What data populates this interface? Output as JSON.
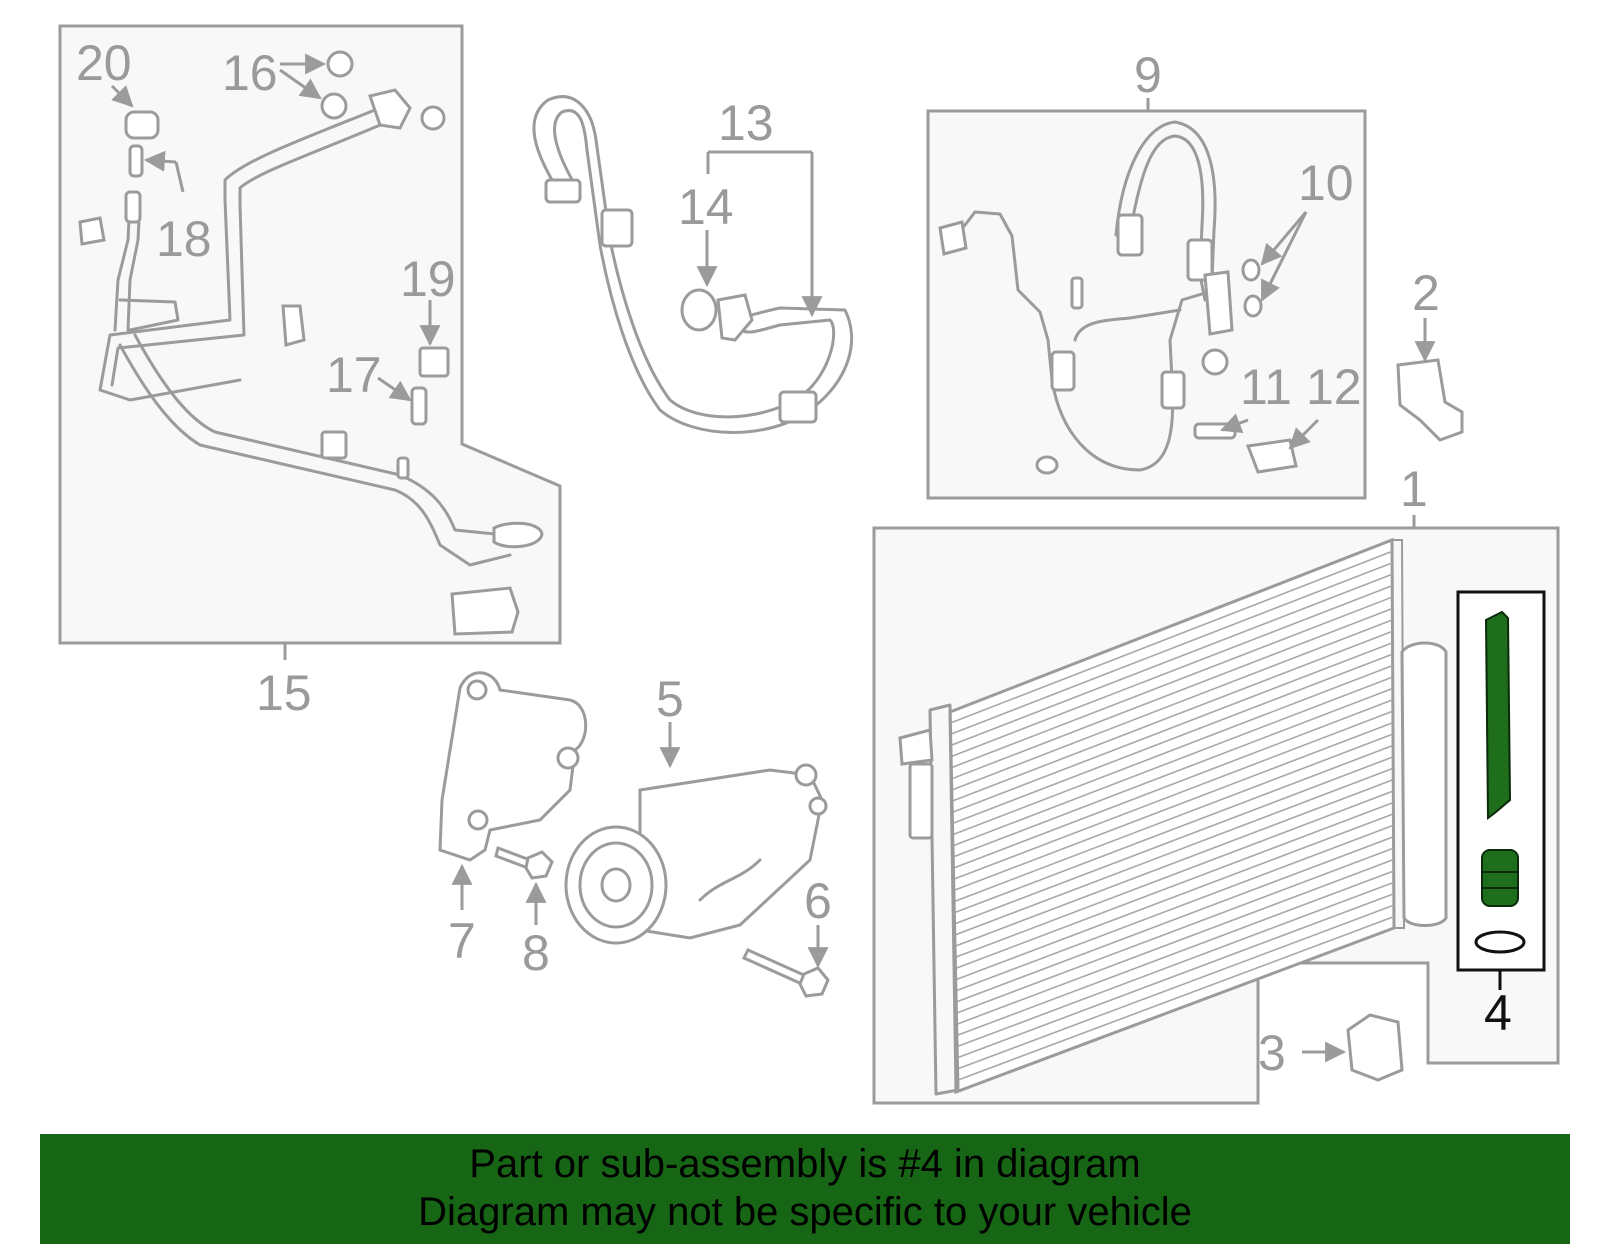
{
  "callouts": {
    "c1": "1",
    "c2": "2",
    "c3": "3",
    "c4": "4",
    "c5": "5",
    "c6": "6",
    "c7": "7",
    "c8": "8",
    "c9": "9",
    "c10": "10",
    "c11": "11",
    "c12": "12",
    "c13": "13",
    "c14": "14",
    "c15": "15",
    "c16": "16",
    "c17": "17",
    "c18": "18",
    "c19": "19",
    "c20": "20"
  },
  "highlighted_part": "4",
  "colors": {
    "highlight_fill": "#1e6e1c",
    "banner_background": "#176615",
    "line_gray": "#9b9b9b"
  },
  "banner": {
    "line1": "Part or sub-assembly is #4 in diagram",
    "line2": "Diagram may not be specific to your vehicle"
  }
}
